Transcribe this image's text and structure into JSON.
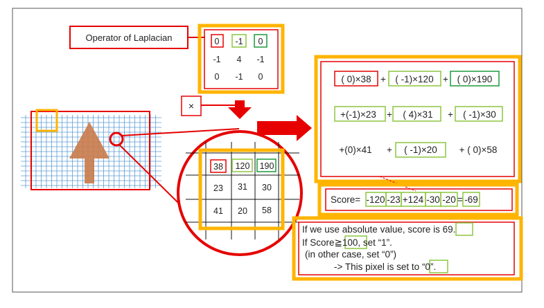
{
  "operator_label": "Operator of Laplacian",
  "multiply_symbol": "×",
  "kernel": [
    [
      "0",
      "-1",
      "0"
    ],
    [
      "-1",
      "4",
      "-1"
    ],
    [
      "0",
      "-1",
      "0"
    ]
  ],
  "patch": [
    [
      "38",
      "120",
      "190"
    ],
    [
      "23",
      "31",
      "30"
    ],
    [
      "41",
      "20",
      "58"
    ]
  ],
  "expression": {
    "row1": [
      "( 0)×38",
      "+",
      "( -1)×120",
      "+",
      "( 0)×190"
    ],
    "row2": [
      "+(-1)×23",
      "+",
      "( 4)×31",
      "+",
      "( -1)×30"
    ],
    "row3": [
      "+(0)×41",
      "+",
      "( -1)×20",
      "+ (  0)×58"
    ]
  },
  "score": [
    "Score=",
    "-120",
    "-23",
    "+124",
    "-30",
    "-20",
    "=",
    "-69"
  ],
  "explanation": {
    "line1_text": "If we use absolute value, score is ",
    "line1_value": "69",
    "line1_end": ".",
    "line2_text": "If Score≧",
    "line2_value": "100,",
    "line2_end": "  set “1”.",
    "line3": "(in other case, set “0”)",
    "line4_text": "-> This pixel is set to ",
    "line4_value": "“0”",
    "line4_end": "."
  },
  "colors": {
    "red": "#e60000",
    "orange": "#ffb400",
    "green_light": "#8cc63f",
    "green_dark": "#1a9a3a",
    "grid_blue": "#5b9bd5",
    "arrow_brown": "#c97a4a"
  }
}
